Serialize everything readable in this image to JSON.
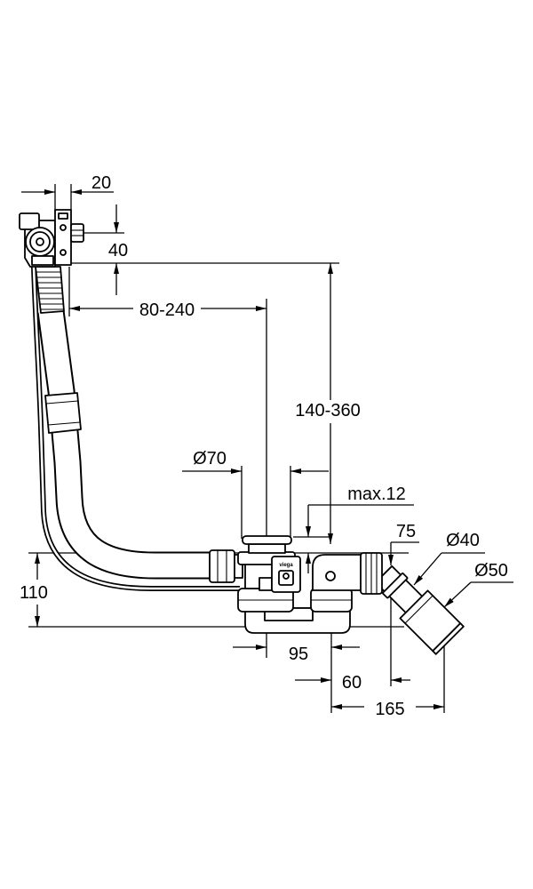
{
  "dimensions": {
    "overflow_width": "20",
    "overflow_height": "40",
    "horizontal_range": "80-240",
    "vertical_range": "140-360",
    "drain_diameter": "Ø70",
    "lip_height": "max.12",
    "connector_length": "75",
    "outlet_diameter_small": "Ø40",
    "outlet_diameter_large": "Ø50",
    "trap_height": "110",
    "trap_offset": "95",
    "outlet_offset": "60",
    "outlet_reach": "165"
  },
  "logo_text": "viega",
  "colors": {
    "line": "#000000",
    "background": "#ffffff"
  }
}
